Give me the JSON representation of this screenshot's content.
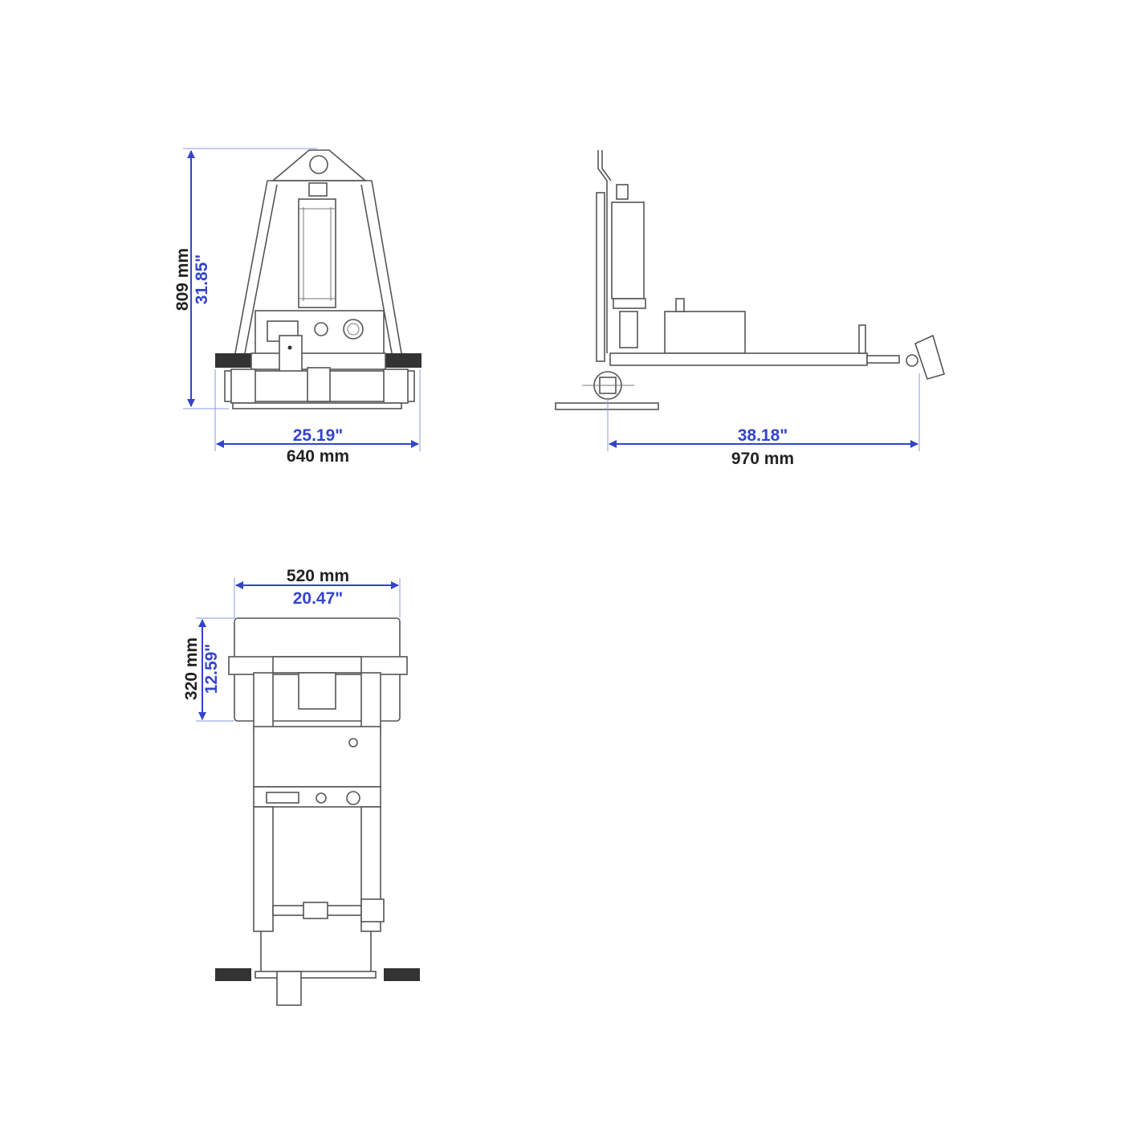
{
  "colors": {
    "dimension_inch": "#3344cc",
    "dimension_mm": "#222222",
    "drawing_line": "#555555"
  },
  "front_view": {
    "height_mm": "809 mm",
    "height_in": "31.85\"",
    "width_in": "25.19\"",
    "width_mm": "640 mm"
  },
  "side_view": {
    "length_in": "38.18\"",
    "length_mm": "970 mm"
  },
  "top_view": {
    "width_mm": "520 mm",
    "width_in": "20.47\"",
    "depth_mm": "320 mm",
    "depth_in": "12.59\""
  }
}
